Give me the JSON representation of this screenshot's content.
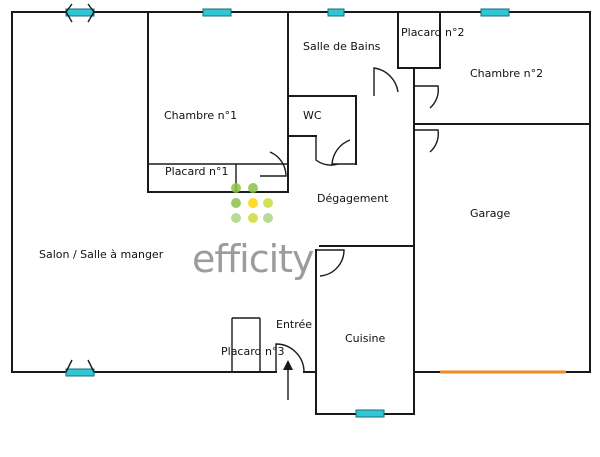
{
  "rooms": {
    "salon": "Salon / Salle à manger",
    "chambre1": "Chambre n°1",
    "placard1": "Placard n°1",
    "salle_de_bains": "Salle de Bains",
    "wc": "WC",
    "placard2": "Placard n°2",
    "chambre2": "Chambre n°2",
    "degagement": "Dégagement",
    "garage": "Garage",
    "entree": "Entrée",
    "cuisine": "Cuisine",
    "placard3": "Placard n°3"
  },
  "watermark": {
    "text": "efficity",
    "dot_colors": [
      "#8bc34a",
      "#8bc34a",
      "#cddc39",
      "#ffd600",
      "#aed581"
    ]
  },
  "colors": {
    "window": "#2fc7d6",
    "garage_door": "#f08a24",
    "wall": "#1a1a1a"
  }
}
